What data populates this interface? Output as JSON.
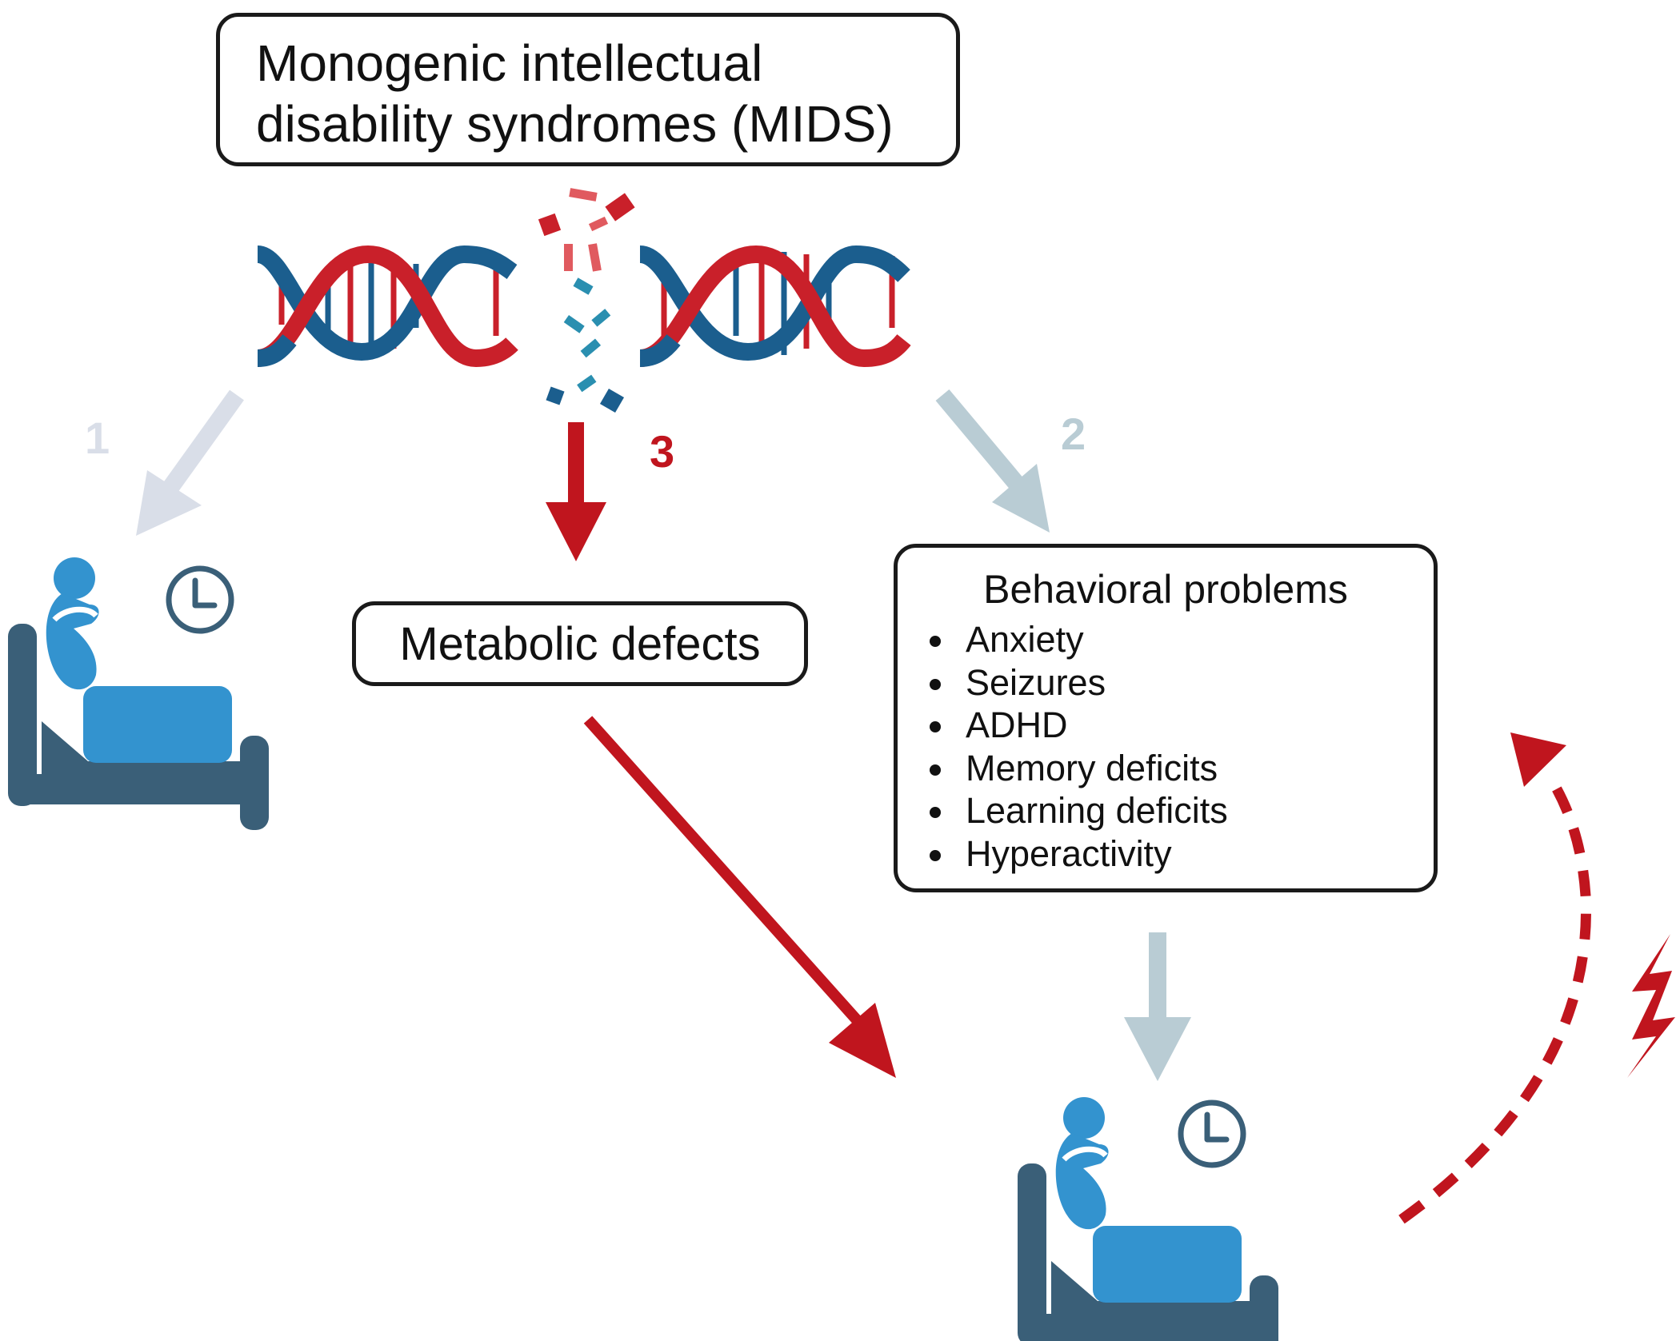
{
  "title": {
    "line1": "Monogenic intellectual",
    "line2": "disability syndromes (MIDS)"
  },
  "metabolic": {
    "label": "Metabolic defects"
  },
  "behavior": {
    "heading": "Behavioral problems",
    "items": [
      "Anxiety",
      "Seizures",
      "ADHD",
      "Memory deficits",
      "Learning deficits",
      "Hyperactivity"
    ]
  },
  "pathways": [
    {
      "label": "1",
      "color": "#d9dee8"
    },
    {
      "label": "2",
      "color": "#b9ccd4"
    },
    {
      "label": "3",
      "color": "#c0151e"
    }
  ],
  "colors": {
    "dna_red": "#c9202a",
    "dna_blue": "#1b5e8e",
    "bed_dark": "#3a5f78",
    "bed_light": "#3393cf"
  },
  "icons": [
    "dna-intact-icon",
    "dna-broken-icon",
    "sick-in-bed-icon",
    "clock-icon",
    "lightning-bolt-icon"
  ]
}
